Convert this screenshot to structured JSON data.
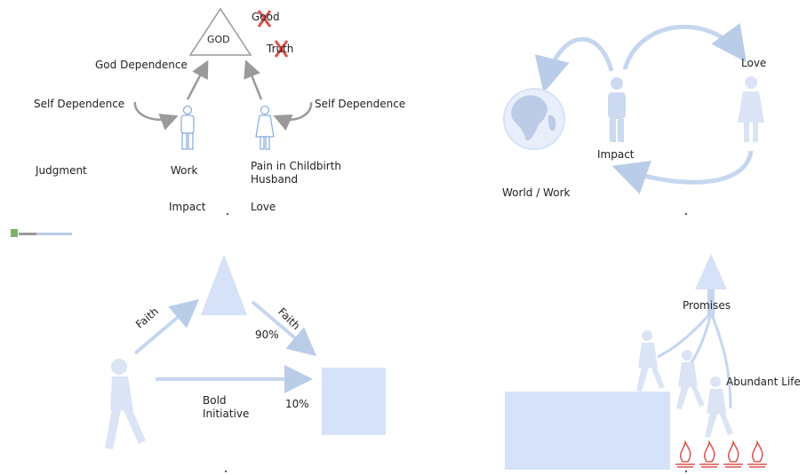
{
  "panel1": {
    "god": "GOD",
    "good": "Good",
    "truth": "Truth",
    "god_dependence": "God Dependence",
    "self_dependence_left": "Self Dependence",
    "self_dependence_right": "Self Dependence",
    "judgment": "Judgment",
    "work": "Work",
    "pain": "Pain in Childbirth",
    "husband": "Husband",
    "impact": "Impact",
    "love": "Love"
  },
  "panel2": {
    "love": "Love",
    "impact": "Impact",
    "world_work": "World / Work"
  },
  "panel3": {
    "faith_left": "Faith",
    "faith_right": "Faith",
    "percent_90": "90%",
    "bold": "Bold",
    "initiative": "Initiative",
    "percent_10": "10%"
  },
  "panel4": {
    "promises": "Promises",
    "abundant_life": "Abundant Life"
  },
  "colors": {
    "light_blue": "#d6e2f7",
    "arrow_blue": "#b9cde8",
    "gray_arrow": "#9a9a9a",
    "red": "#d9534f"
  }
}
